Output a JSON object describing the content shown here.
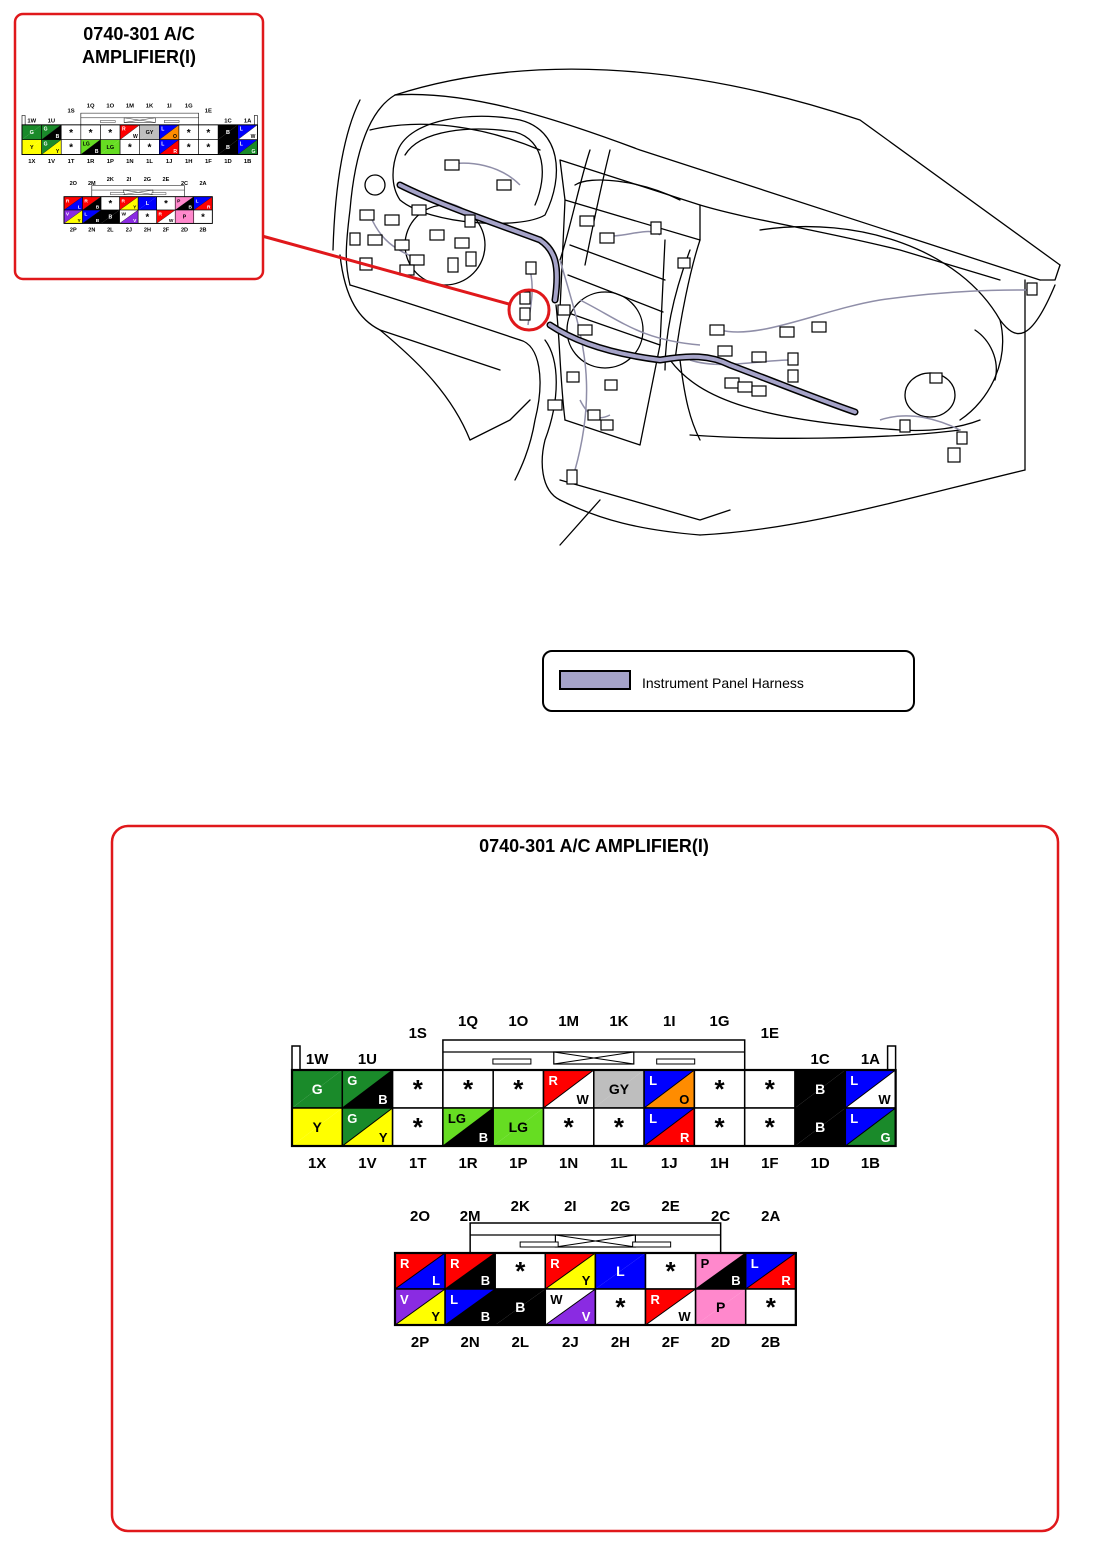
{
  "inset": {
    "title_line1": "0740-301 A/C",
    "title_line2": "AMPLIFIER(I)"
  },
  "legend": {
    "label": "Instrument Panel Harness",
    "swatch_color": "#a5a3c8"
  },
  "main": {
    "title": "0740-301 A/C AMPLIFIER(I)"
  },
  "colors": {
    "G": "#1a8a2a",
    "B": "#000000",
    "Y": "#ffff00",
    "W": "#ffffff",
    "R": "#ff0000",
    "L": "#0000ff",
    "O": "#ff8c00",
    "GY": "#bebebe",
    "LG": "#66dd22",
    "V": "#8a2be2",
    "P": "#ff88cc"
  },
  "connector1": {
    "top_labels": [
      "1W",
      "1U",
      "1S",
      "1Q",
      "1O",
      "1M",
      "1K",
      "1I",
      "1G",
      "1E",
      "1C",
      "1A"
    ],
    "bottom_labels": [
      "1X",
      "1V",
      "1T",
      "1R",
      "1P",
      "1N",
      "1L",
      "1J",
      "1H",
      "1F",
      "1D",
      "1B"
    ],
    "row1": [
      {
        "a": "G",
        "b": "G",
        "ta": "G",
        "tb": ""
      },
      {
        "a": "G",
        "b": "B",
        "ta": "G",
        "tb": "B"
      },
      {
        "a": "*"
      },
      {
        "a": "*"
      },
      {
        "a": "*"
      },
      {
        "a": "R",
        "b": "W",
        "ta": "R",
        "tb": "W"
      },
      {
        "a": "GY",
        "b": "GY",
        "ta": "GY",
        "tb": ""
      },
      {
        "a": "L",
        "b": "O",
        "ta": "L",
        "tb": "O"
      },
      {
        "a": "*"
      },
      {
        "a": "*"
      },
      {
        "a": "B",
        "b": "B",
        "ta": "B",
        "tb": ""
      },
      {
        "a": "L",
        "b": "W",
        "ta": "L",
        "tb": "W"
      }
    ],
    "row2": [
      {
        "a": "Y",
        "b": "Y",
        "ta": "Y",
        "tb": ""
      },
      {
        "a": "G",
        "b": "Y",
        "ta": "G",
        "tb": "Y"
      },
      {
        "a": "*"
      },
      {
        "a": "LG",
        "b": "B",
        "ta": "LG",
        "tb": "B"
      },
      {
        "a": "LG",
        "b": "LG",
        "ta": "LG",
        "tb": ""
      },
      {
        "a": "*"
      },
      {
        "a": "*"
      },
      {
        "a": "L",
        "b": "R",
        "ta": "L",
        "tb": "R"
      },
      {
        "a": "*"
      },
      {
        "a": "*"
      },
      {
        "a": "B",
        "b": "B",
        "ta": "B",
        "tb": ""
      },
      {
        "a": "L",
        "b": "G",
        "ta": "L",
        "tb": "G"
      }
    ]
  },
  "connector2": {
    "top_labels": [
      "2O",
      "2M",
      "2K",
      "2I",
      "2G",
      "2E",
      "2C",
      "2A"
    ],
    "bottom_labels": [
      "2P",
      "2N",
      "2L",
      "2J",
      "2H",
      "2F",
      "2D",
      "2B"
    ],
    "row1": [
      {
        "a": "R",
        "b": "L",
        "ta": "R",
        "tb": "L"
      },
      {
        "a": "R",
        "b": "B",
        "ta": "R",
        "tb": "B"
      },
      {
        "a": "*"
      },
      {
        "a": "R",
        "b": "Y",
        "ta": "R",
        "tb": "Y"
      },
      {
        "a": "L",
        "b": "L",
        "ta": "L",
        "tb": ""
      },
      {
        "a": "*"
      },
      {
        "a": "P",
        "b": "B",
        "ta": "P",
        "tb": "B"
      },
      {
        "a": "L",
        "b": "R",
        "ta": "L",
        "tb": "R"
      }
    ],
    "row2": [
      {
        "a": "V",
        "b": "Y",
        "ta": "V",
        "tb": "Y"
      },
      {
        "a": "L",
        "b": "B",
        "ta": "L",
        "tb": "B"
      },
      {
        "a": "B",
        "b": "B",
        "ta": "B",
        "tb": ""
      },
      {
        "a": "W",
        "b": "V",
        "ta": "W",
        "tb": "V"
      },
      {
        "a": "*"
      },
      {
        "a": "R",
        "b": "W",
        "ta": "R",
        "tb": "W"
      },
      {
        "a": "P",
        "b": "P",
        "ta": "P",
        "tb": ""
      },
      {
        "a": "*"
      }
    ]
  }
}
